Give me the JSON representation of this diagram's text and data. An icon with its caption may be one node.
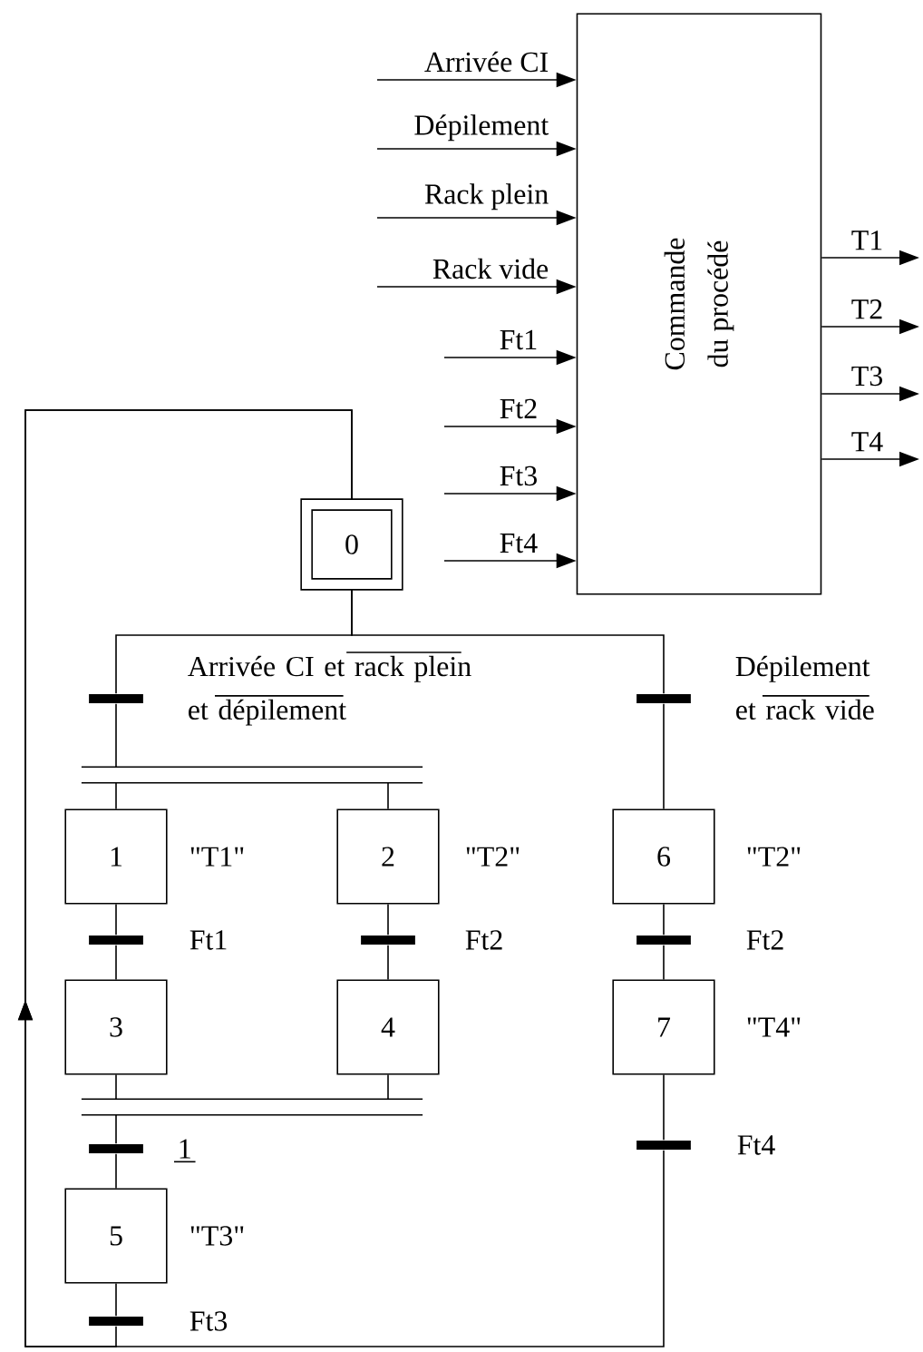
{
  "diagram": {
    "nodes": [
      {
        "text": [
          "Commande du procédé"
        ]
      },
      {
        "text": [
          "0"
        ]
      },
      {
        "text": [],
        "shape": "bar",
        "beside": [
          "Arrivée CI et rack plein et dépilement"
        ]
      },
      {
        "text": [],
        "shape": "bar",
        "beside": [
          "Dépilement et rack vide"
        ]
      },
      {
        "text": [],
        "shape": "bar"
      },
      {
        "text": [
          "1"
        ],
        "beside": [
          "\"T1\""
        ]
      },
      {
        "text": [
          "2"
        ],
        "beside": [
          "\"T2\""
        ]
      },
      {
        "text": [
          "6"
        ],
        "beside": [
          "\"T2\""
        ]
      },
      {
        "text": [],
        "shape": "bar",
        "beside": [
          "Ft1"
        ]
      },
      {
        "text": [],
        "shape": "bar",
        "beside": [
          "Ft2"
        ]
      },
      {
        "text": [],
        "shape": "bar",
        "beside": [
          "Ft2"
        ]
      },
      {
        "text": [
          "3"
        ]
      },
      {
        "text": [
          "4"
        ]
      },
      {
        "text": [
          "7"
        ],
        "beside": [
          "\"T4\""
        ]
      },
      {
        "text": [],
        "shape": "bar"
      },
      {
        "text": [],
        "shape": "bar",
        "beside": [
          "Ft4"
        ]
      },
      {
        "text": [],
        "shape": "bar",
        "beside": [
          "1"
        ]
      },
      {
        "text": [
          "5"
        ],
        "beside": [
          "\"T3\""
        ]
      },
      {
        "text": [],
        "shape": "bar",
        "beside": [
          "Ft3"
        ]
      }
    ],
    "edges": [
      {
        "from": null,
        "to": 0,
        "arrow": "to",
        "label": "Arrivée CI"
      },
      {
        "from": null,
        "to": 0,
        "arrow": "to",
        "label": "Dépilement"
      },
      {
        "from": null,
        "to": 0,
        "arrow": "to",
        "label": "Rack plein"
      },
      {
        "from": null,
        "to": 0,
        "arrow": "to",
        "label": "Rack vide"
      },
      {
        "from": null,
        "to": 0,
        "arrow": "to",
        "label": "Ft1"
      },
      {
        "from": null,
        "to": 0,
        "arrow": "to",
        "label": "Ft2"
      },
      {
        "from": null,
        "to": 0,
        "arrow": "to",
        "label": "Ft3"
      },
      {
        "from": null,
        "to": 0,
        "arrow": "to",
        "label": "Ft4"
      },
      {
        "from": 0,
        "to": null,
        "arrow": "to",
        "label": "T1"
      },
      {
        "from": 0,
        "to": null,
        "arrow": "to",
        "label": "T2"
      },
      {
        "from": 0,
        "to": null,
        "arrow": "to",
        "label": "T3"
      },
      {
        "from": 0,
        "to": null,
        "arrow": "to",
        "label": "T4"
      },
      {
        "from": 1,
        "to": 2,
        "arrow": "none"
      },
      {
        "from": 1,
        "to": 3,
        "arrow": "none"
      },
      {
        "from": 2,
        "to": 4,
        "arrow": "none"
      },
      {
        "from": 4,
        "to": 5,
        "arrow": "none"
      },
      {
        "from": 4,
        "to": 6,
        "arrow": "none"
      },
      {
        "from": 3,
        "to": 7,
        "arrow": "none"
      },
      {
        "from": 5,
        "to": 8,
        "arrow": "none"
      },
      {
        "from": 8,
        "to": 11,
        "arrow": "none"
      },
      {
        "from": 6,
        "to": 9,
        "arrow": "none"
      },
      {
        "from": 9,
        "to": 12,
        "arrow": "none"
      },
      {
        "from": 7,
        "to": 10,
        "arrow": "none"
      },
      {
        "from": 10,
        "to": 13,
        "arrow": "none"
      },
      {
        "from": 11,
        "to": 14,
        "arrow": "none"
      },
      {
        "from": 12,
        "to": 14,
        "arrow": "none"
      },
      {
        "from": 14,
        "to": 16,
        "arrow": "none"
      },
      {
        "from": 16,
        "to": 17,
        "arrow": "none"
      },
      {
        "from": 17,
        "to": 18,
        "arrow": "none"
      },
      {
        "from": 13,
        "to": 15,
        "arrow": "none"
      },
      {
        "from": 18,
        "to": 1,
        "arrow": "to"
      },
      {
        "from": 15,
        "to": 1,
        "arrow": "to"
      }
    ]
  }
}
